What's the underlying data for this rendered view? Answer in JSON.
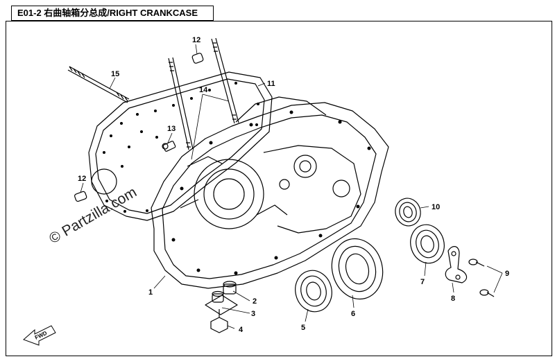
{
  "header": {
    "title": "E01-2 右曲轴箱分总成/RIGHT CRANKCASE"
  },
  "watermark": {
    "text": "© Partzilla.com"
  },
  "direction_badge": {
    "label": "FWD"
  },
  "callouts": {
    "c1": "1",
    "c2": "2",
    "c3": "3",
    "c4": "4",
    "c5": "5",
    "c6": "6",
    "c7": "7",
    "c8": "8",
    "c9": "9",
    "c10": "10",
    "c11": "11",
    "c12a": "12",
    "c12b": "12",
    "c13": "13",
    "c14": "14",
    "c15": "15"
  },
  "colors": {
    "line": "#000000",
    "background": "#ffffff"
  }
}
